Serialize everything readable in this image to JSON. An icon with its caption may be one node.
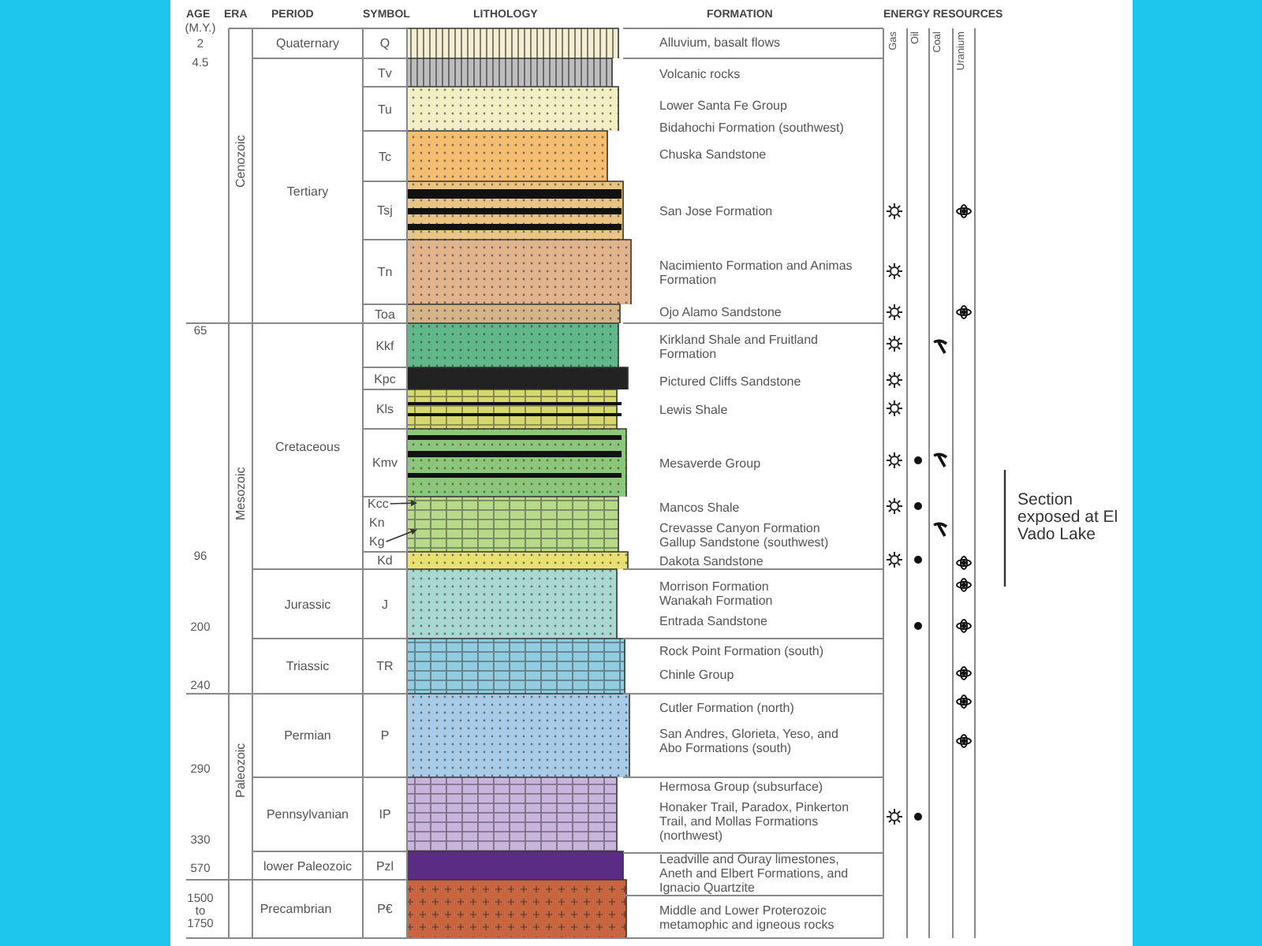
{
  "diagram": {
    "nodes": [
      {
        "text": [
          "Kcc"
        ]
      },
      {
        "text": [
          "Kg"
        ]
      }
    ],
    "edges": [
      {
        "from": 0,
        "to": null,
        "arrow": "to"
      },
      {
        "from": 1,
        "to": null,
        "arrow": "to"
      }
    ],
    "labels": [
      "AGE",
      "ERA",
      "PERIOD",
      "SYMBOL",
      "LITHOLOGY",
      "FORMATION",
      "ENERGY RESOURCES",
      "Gas",
      "Oil",
      "Coal",
      "Uranium",
      "(M.Y.)",
      "2",
      "4.5",
      "Quaternary",
      "Q",
      "Alluvium, basalt flows",
      "Tv",
      "Volcanic rocks",
      "Tu",
      "Lower Santa Fe Group",
      "Bidahochi Formation (southwest)",
      "Cenozoic",
      "Tertiary",
      "Tc",
      "Chuska Sandstone",
      "Tsj",
      "San Jose Formation",
      "Tn",
      "Nacimiento Formation and Animas Formation",
      "Toa",
      "Ojo Alamo Sandstone",
      "65",
      "Kkf",
      "Kirkland Shale and Fruitland Formation",
      "Kpc",
      "Pictured Cliffs Sandstone",
      "Kls",
      "Lewis Shale",
      "Cretaceous",
      "Kmv",
      "Mesaverde Group",
      "Section exposed at El Vado Lake",
      "Mesozoic",
      "Mancos Shale",
      "Kn",
      "Crevasse Canyon Formation",
      "Gallup Sandstone (southwest)",
      "96",
      "Kd",
      "Dakota Sandstone",
      "Jurassic",
      "J",
      "Morrison Formation",
      "Wanakah Formation",
      "Entrada Sandstone",
      "200",
      "Triassic",
      "TR",
      "Rock Point Formation (south)",
      "Chinle Group",
      "240",
      "Permian",
      "P",
      "Cutler Formation (north)",
      "San Andres, Glorieta, Yeso, and Abo Formations (south)",
      "290",
      "Paleozoic",
      "Pennsylvanian",
      "IP",
      "Hermosa Group (subsurface)",
      "Honaker Trail, Paradox, Pinkerton Trail, and Mollas Formations (northwest)",
      "330",
      "lower Paleozoic",
      "Pzl",
      "Leadville and Ouray limestones, Aneth and Elbert Formations, and Ignacio Quartzite",
      "570",
      "1500 to 1750",
      "Precambrian",
      "P€",
      "Middle and Lower Proterozoic metamophic and igneous rocks"
    ]
  }
}
